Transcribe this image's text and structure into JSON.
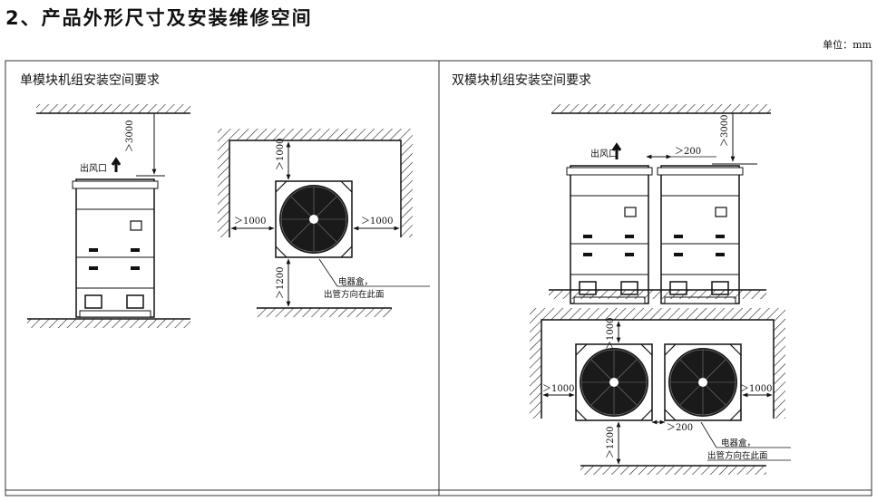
{
  "heading": "2、产品外形尺寸及安装维修空间",
  "unit_label": "单位：mm",
  "left_panel": {
    "title": "单模块机组安装空间要求",
    "outlet_label": "出风口",
    "dim_top": "＞3000",
    "dim_top_plan": "＞1000",
    "dim_left_plan": "＞1000",
    "dim_right_plan": "＞1000",
    "dim_bottom_plan": "＞1200",
    "callout_line1": "电器盒，",
    "callout_line2": "出管方向在此面"
  },
  "right_panel": {
    "title": "双模块机组安装空间要求",
    "outlet_label": "出风口",
    "dim_gap": "＞200",
    "dim_top": "＞3000",
    "dim_top_plan": "＞1000",
    "dim_left_plan": "＞1000",
    "dim_right_plan": "＞1000",
    "dim_gap_plan": "＞200",
    "dim_bottom_plan": "＞1200",
    "callout_line1": "电器盒，",
    "callout_line2": "出管方向在此面"
  }
}
